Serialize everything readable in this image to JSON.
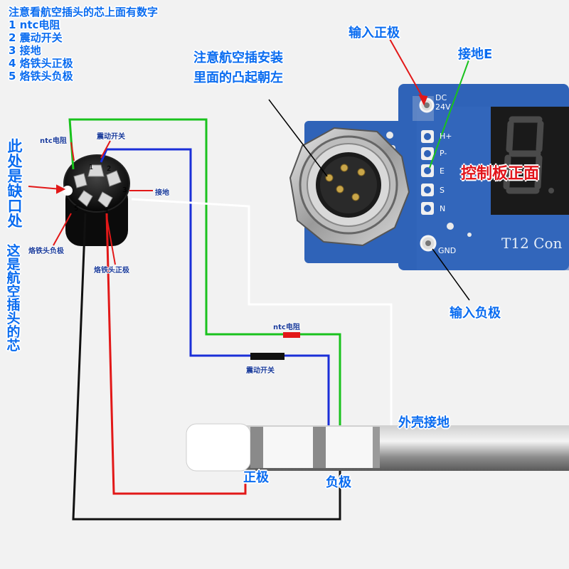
{
  "notes": {
    "lines": [
      "注意看航空插头的芯上面有数字",
      "1 ntc电阻",
      "2 震动开关",
      "3 接地",
      "4 烙铁头正极",
      "5 烙铁头负极"
    ]
  },
  "vertical_left": "此处是缺口处",
  "vertical_left2": "这是航空插头的芯",
  "connector_labels": {
    "ntc": "ntc电阻",
    "vibration": "震动开关",
    "ground": "接地",
    "tip_negative": "烙铁头负极",
    "tip_positive": "烙铁头正极"
  },
  "install_note": [
    "注意航空插安装",
    "里面的凸起朝左"
  ],
  "input_positive": "输入正极",
  "ground_e": "接地E",
  "control_board": "控制板正面",
  "input_negative": "输入负极",
  "board_silk": {
    "dc": "DC",
    "volt": "24V",
    "pins": [
      "H+",
      "P-",
      "E",
      "S",
      "N"
    ],
    "gnd": "GND",
    "model": "T12 Con"
  },
  "wire_labels": {
    "ntc": "ntc电阻",
    "vibration": "震动开关",
    "shell_ground": "外壳接地",
    "positive": "正极",
    "negative": "负极"
  },
  "pin_numbers": [
    "1",
    "2",
    "3",
    "4",
    "5"
  ],
  "colors": {
    "label_blue": "#0a6cf0",
    "title_red": "#e2151b",
    "wire_green": "#19c21d",
    "wire_blue": "#1a2fd8",
    "wire_red": "#e21818",
    "wire_black": "#111111",
    "wire_white": "#ffffff",
    "pcb_blue": "#2f63b8"
  }
}
